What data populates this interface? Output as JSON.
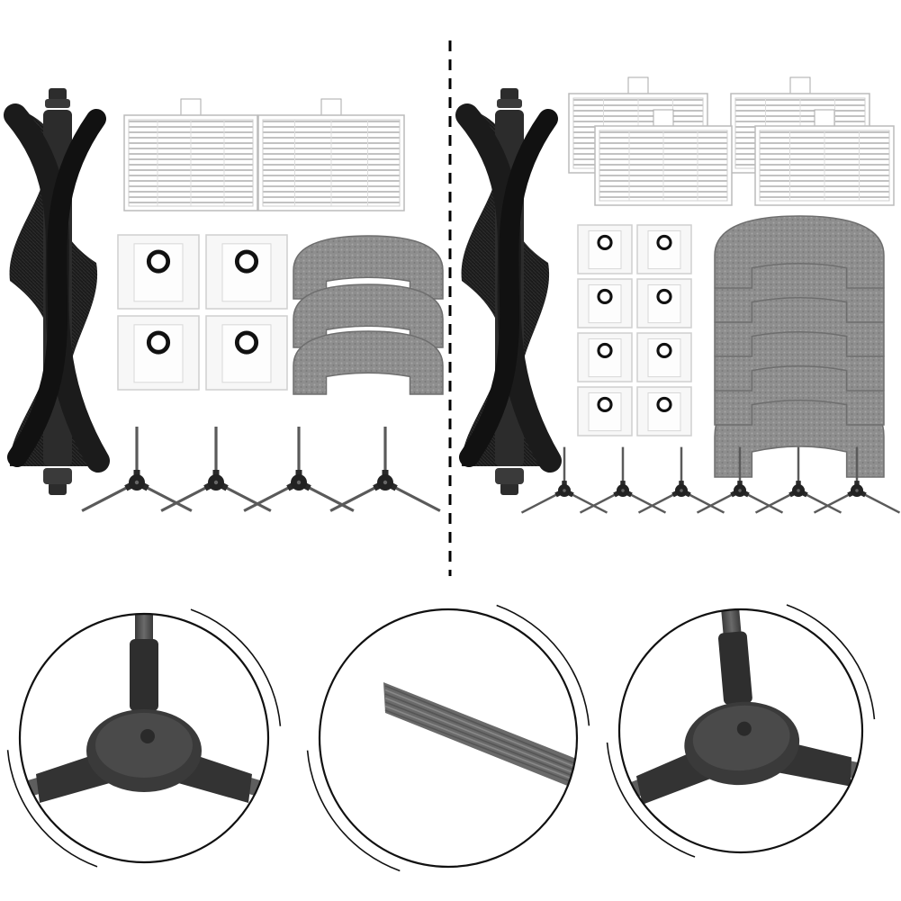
{
  "image": {
    "background_color": "#ffffff",
    "kit_left": {
      "roller_brush_count": 1,
      "hepa_filter_count": 2,
      "dust_bag_count": 4,
      "mop_pad_count": 3,
      "side_brush_count": 4
    },
    "kit_right": {
      "roller_brush_count": 1,
      "hepa_filter_count": 4,
      "dust_bag_count": 8,
      "mop_pad_count": 6,
      "side_brush_count": 6
    },
    "detail_circles": [
      {
        "subject": "side-brush-hub-closeup"
      },
      {
        "subject": "bristle-arm-closeup"
      },
      {
        "subject": "side-brush-hub-closeup"
      }
    ],
    "colors": {
      "brush_black": "#1b1b1b",
      "brush_dark": "#2c2c2c",
      "filter_line": "#9a9a9a",
      "mop_gray": "#8c8c8c",
      "arm_gray": "#4a4a4a",
      "divider": "#000000"
    }
  }
}
